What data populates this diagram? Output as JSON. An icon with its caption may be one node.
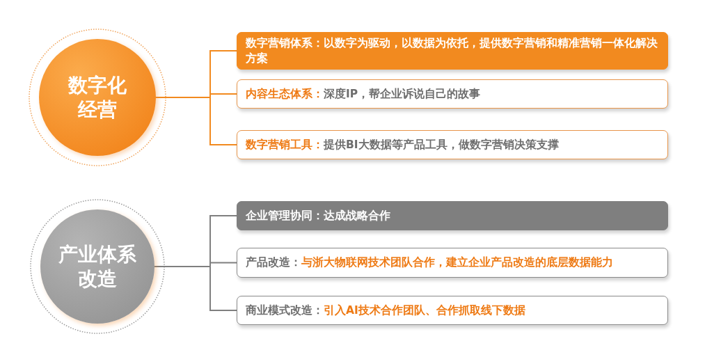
{
  "diagram": {
    "nodes": [
      {
        "text": [
          "数字化经营"
        ]
      },
      {
        "text": [
          "数字营销体系：",
          "以数字为驱动，以数据为依托，提供数字营销和精准营销一体化解决方案"
        ]
      },
      {
        "text": [
          "内容生态体系：",
          "深度IP，帮企业诉说自己的故事"
        ]
      },
      {
        "text": [
          "数字营销工具：",
          "提供BI大数据等产品工具，做数字营销决策支撑"
        ]
      },
      {
        "text": [
          "产业体系改造"
        ]
      },
      {
        "text": [
          "企业管理协同：",
          "达成战略合作"
        ]
      },
      {
        "text": [
          "产品改造：",
          "与浙大物联网技术团队合作，建立企业产品改造的底层数据能力"
        ]
      },
      {
        "text": [
          "商业模式改造：",
          "引入AI技术合作团队、合作抓取线下数据"
        ]
      }
    ],
    "edges": [
      {
        "from": 0,
        "to": 1,
        "arrow": "none"
      },
      {
        "from": 0,
        "to": 2,
        "arrow": "none"
      },
      {
        "from": 0,
        "to": 3,
        "arrow": "none"
      },
      {
        "from": 4,
        "to": 5,
        "arrow": "none",
        "color": "#7f7f7f"
      },
      {
        "from": 4,
        "to": 6,
        "arrow": "none",
        "color": "#7f7f7f"
      },
      {
        "from": 4,
        "to": 7,
        "arrow": "none",
        "color": "#7f7f7f"
      }
    ]
  }
}
